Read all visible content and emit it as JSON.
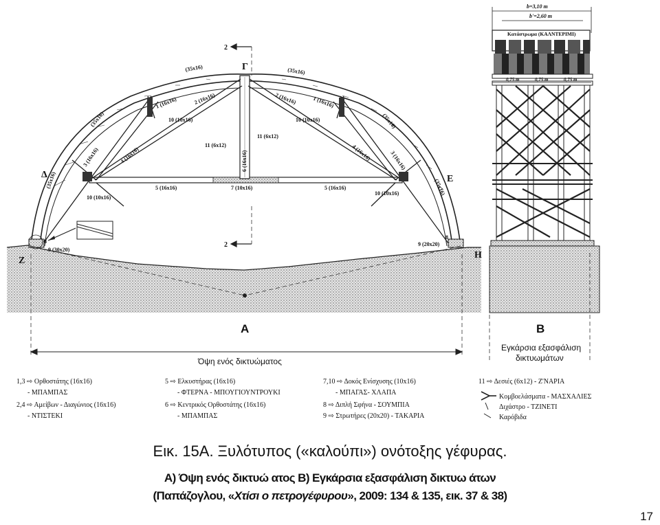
{
  "section_A": {
    "letter": "A",
    "caption": "Όψη ενός δικτυώματος",
    "points": {
      "gamma": "Γ",
      "delta": "Δ",
      "epsilon": "Ε",
      "zeta": "Ζ",
      "eta": "Η",
      "cut_top": "2",
      "cut_bottom": "2"
    },
    "member_labels": {
      "top_left": "(35x16)",
      "top_right": "(35x16)",
      "left_upper": "(35x16)",
      "left_lower": "(35x16)",
      "right_upper": "(35x16)",
      "right_lower": "(35x16)",
      "m1_left": "1 (16x16)",
      "m2_left": "2 (16x16)",
      "m2_right": "2 (16x16)",
      "m1_right": "1 (16x16)",
      "m10_top_left": "10 (10x16)",
      "m10_top_right": "10 (10x16)",
      "m11_left": "11 (6x12)",
      "m11_right": "11 (6x12)",
      "m6": "6 (16x16)",
      "m3_left": "3 (16x16)",
      "m4_left": "4 (16x16)",
      "m4_right": "4 (16x16)",
      "m3_right": "3 (16x16)",
      "m5_left": "5 (16x16)",
      "m7": "7 (10x16)",
      "m5_right": "5 (16x16)",
      "m10_low_left": "10 (10x16)",
      "m10_low_right": "10 (10x16)",
      "m8_left": "8",
      "m9_left": "9 (30x20)",
      "m9_right": "9 (20x20)",
      "m8_right": "8"
    }
  },
  "section_B": {
    "letter": "B",
    "caption_line1": "Εγκάρσια εξασφάλιση",
    "caption_line2": "δικτυωμάτων",
    "dim_b": "b=3,10 m",
    "dim_b_prime": "b'=2,60 m",
    "deck_label": "Κατάστρωμα (ΚΑΛΝΤΕΡΙΜΙ)",
    "spacing": [
      "0,75 m",
      "0,75 m",
      "0,75 m"
    ]
  },
  "legend": {
    "col1": [
      {
        "head": "1,3 ⇨ Ορθοστάτης (16x16)",
        "sub": "- ΜΠΑΜΠΑΣ"
      },
      {
        "head": "2,4 ⇨ Αμείβων - Διαγώνιος (16x16)",
        "sub": "- ΝΤΙΣΤΕΚΙ"
      }
    ],
    "col2": [
      {
        "head": "5 ⇨ Ελκυστήρας (16x16)",
        "sub": "- ΦΤΕΡΝΑ - ΜΠΟΥΓΙΟΥΝΤΡΟΥΚΙ"
      },
      {
        "head": "6 ⇨ Κεντρικός Ορθοστάτης (16x16)",
        "sub": "- ΜΠΑΜΠΑΣ"
      }
    ],
    "col3": [
      {
        "head": "7,10 ⇨ Δοκός Ενίσχυσης (10x16)",
        "sub": "- ΜΠΑΓΑΣ- ΧΛΑΠΑ"
      },
      {
        "head": "8 ⇨ Διπλή Σφήνα - ΣΟΥΜΠΙΑ",
        "sub": ""
      },
      {
        "head": "9 ⇨ Στρωτήρες (20x20) - ΤΑΚΑΡΙΑ",
        "sub": ""
      }
    ],
    "col4": [
      {
        "head": "11 ⇨ Δεσιές (6x12) - Ζ'ΝΑΡΙΑ",
        "sub": ""
      },
      {
        "head": "Κομβοελάσματα - ΜΑΣΧΑΛΙΕΣ",
        "sub": ""
      },
      {
        "head": "Διχάστρο - ΤΖΙΝΕΤΙ",
        "sub": ""
      },
      {
        "head": "Καρόβιδα",
        "sub": ""
      }
    ]
  },
  "caption": {
    "line1": "Εικ. 15Α. Ξυλότυπος («καλούπι»)   ονότοξης γέφυρας.",
    "line2": "Α)  Όψη ενός δικτυώ  ατος  Β) Εγκάρσια εξασφάλιση δικτυω  άτων",
    "line3_pre": "(Παπάζογλου, «",
    "line3_italic": "Χτίσι   ο πετρογέφυρου",
    "line3_post": "», 2009: 134 & 135, εικ. 37 & 38)"
  },
  "page_number": "17"
}
